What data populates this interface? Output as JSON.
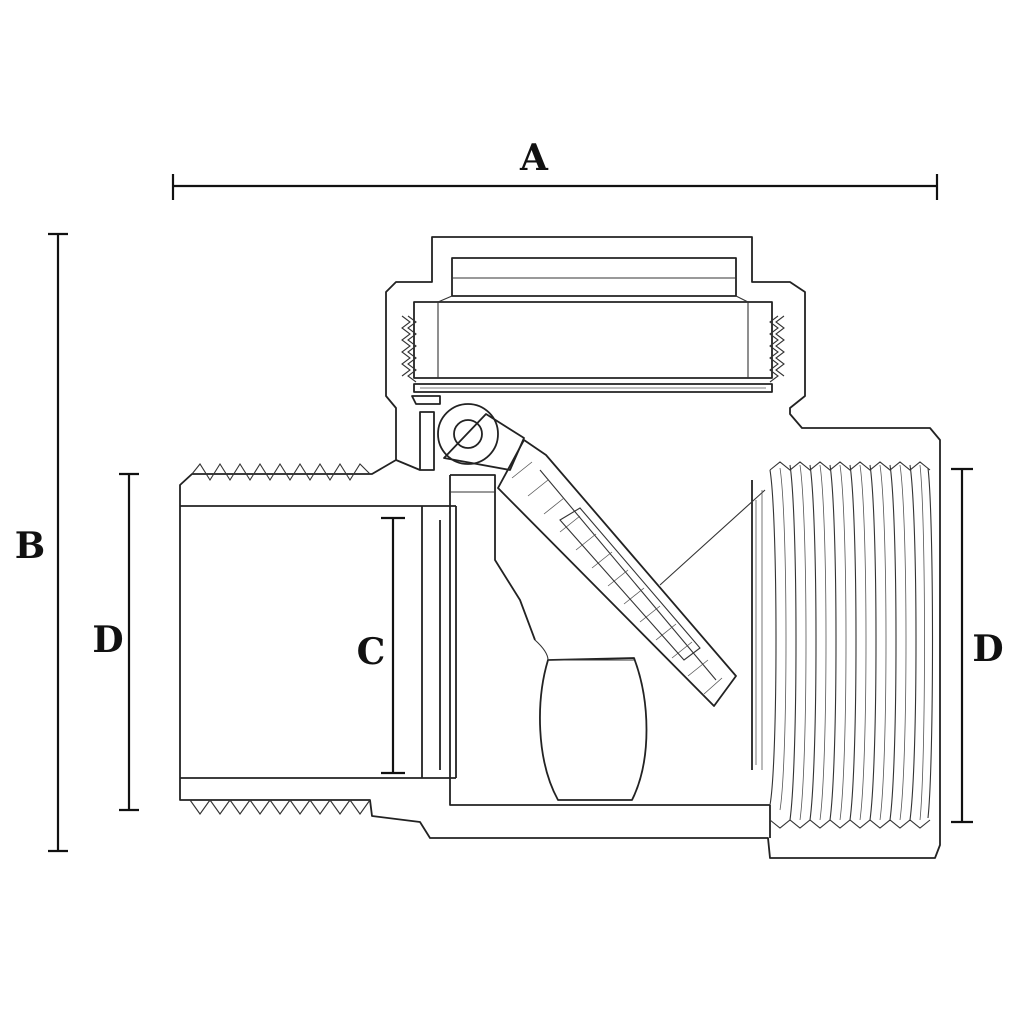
{
  "labels": {
    "a": "A",
    "b": "B",
    "c": "C",
    "d_left": "D",
    "d_right": "D"
  }
}
